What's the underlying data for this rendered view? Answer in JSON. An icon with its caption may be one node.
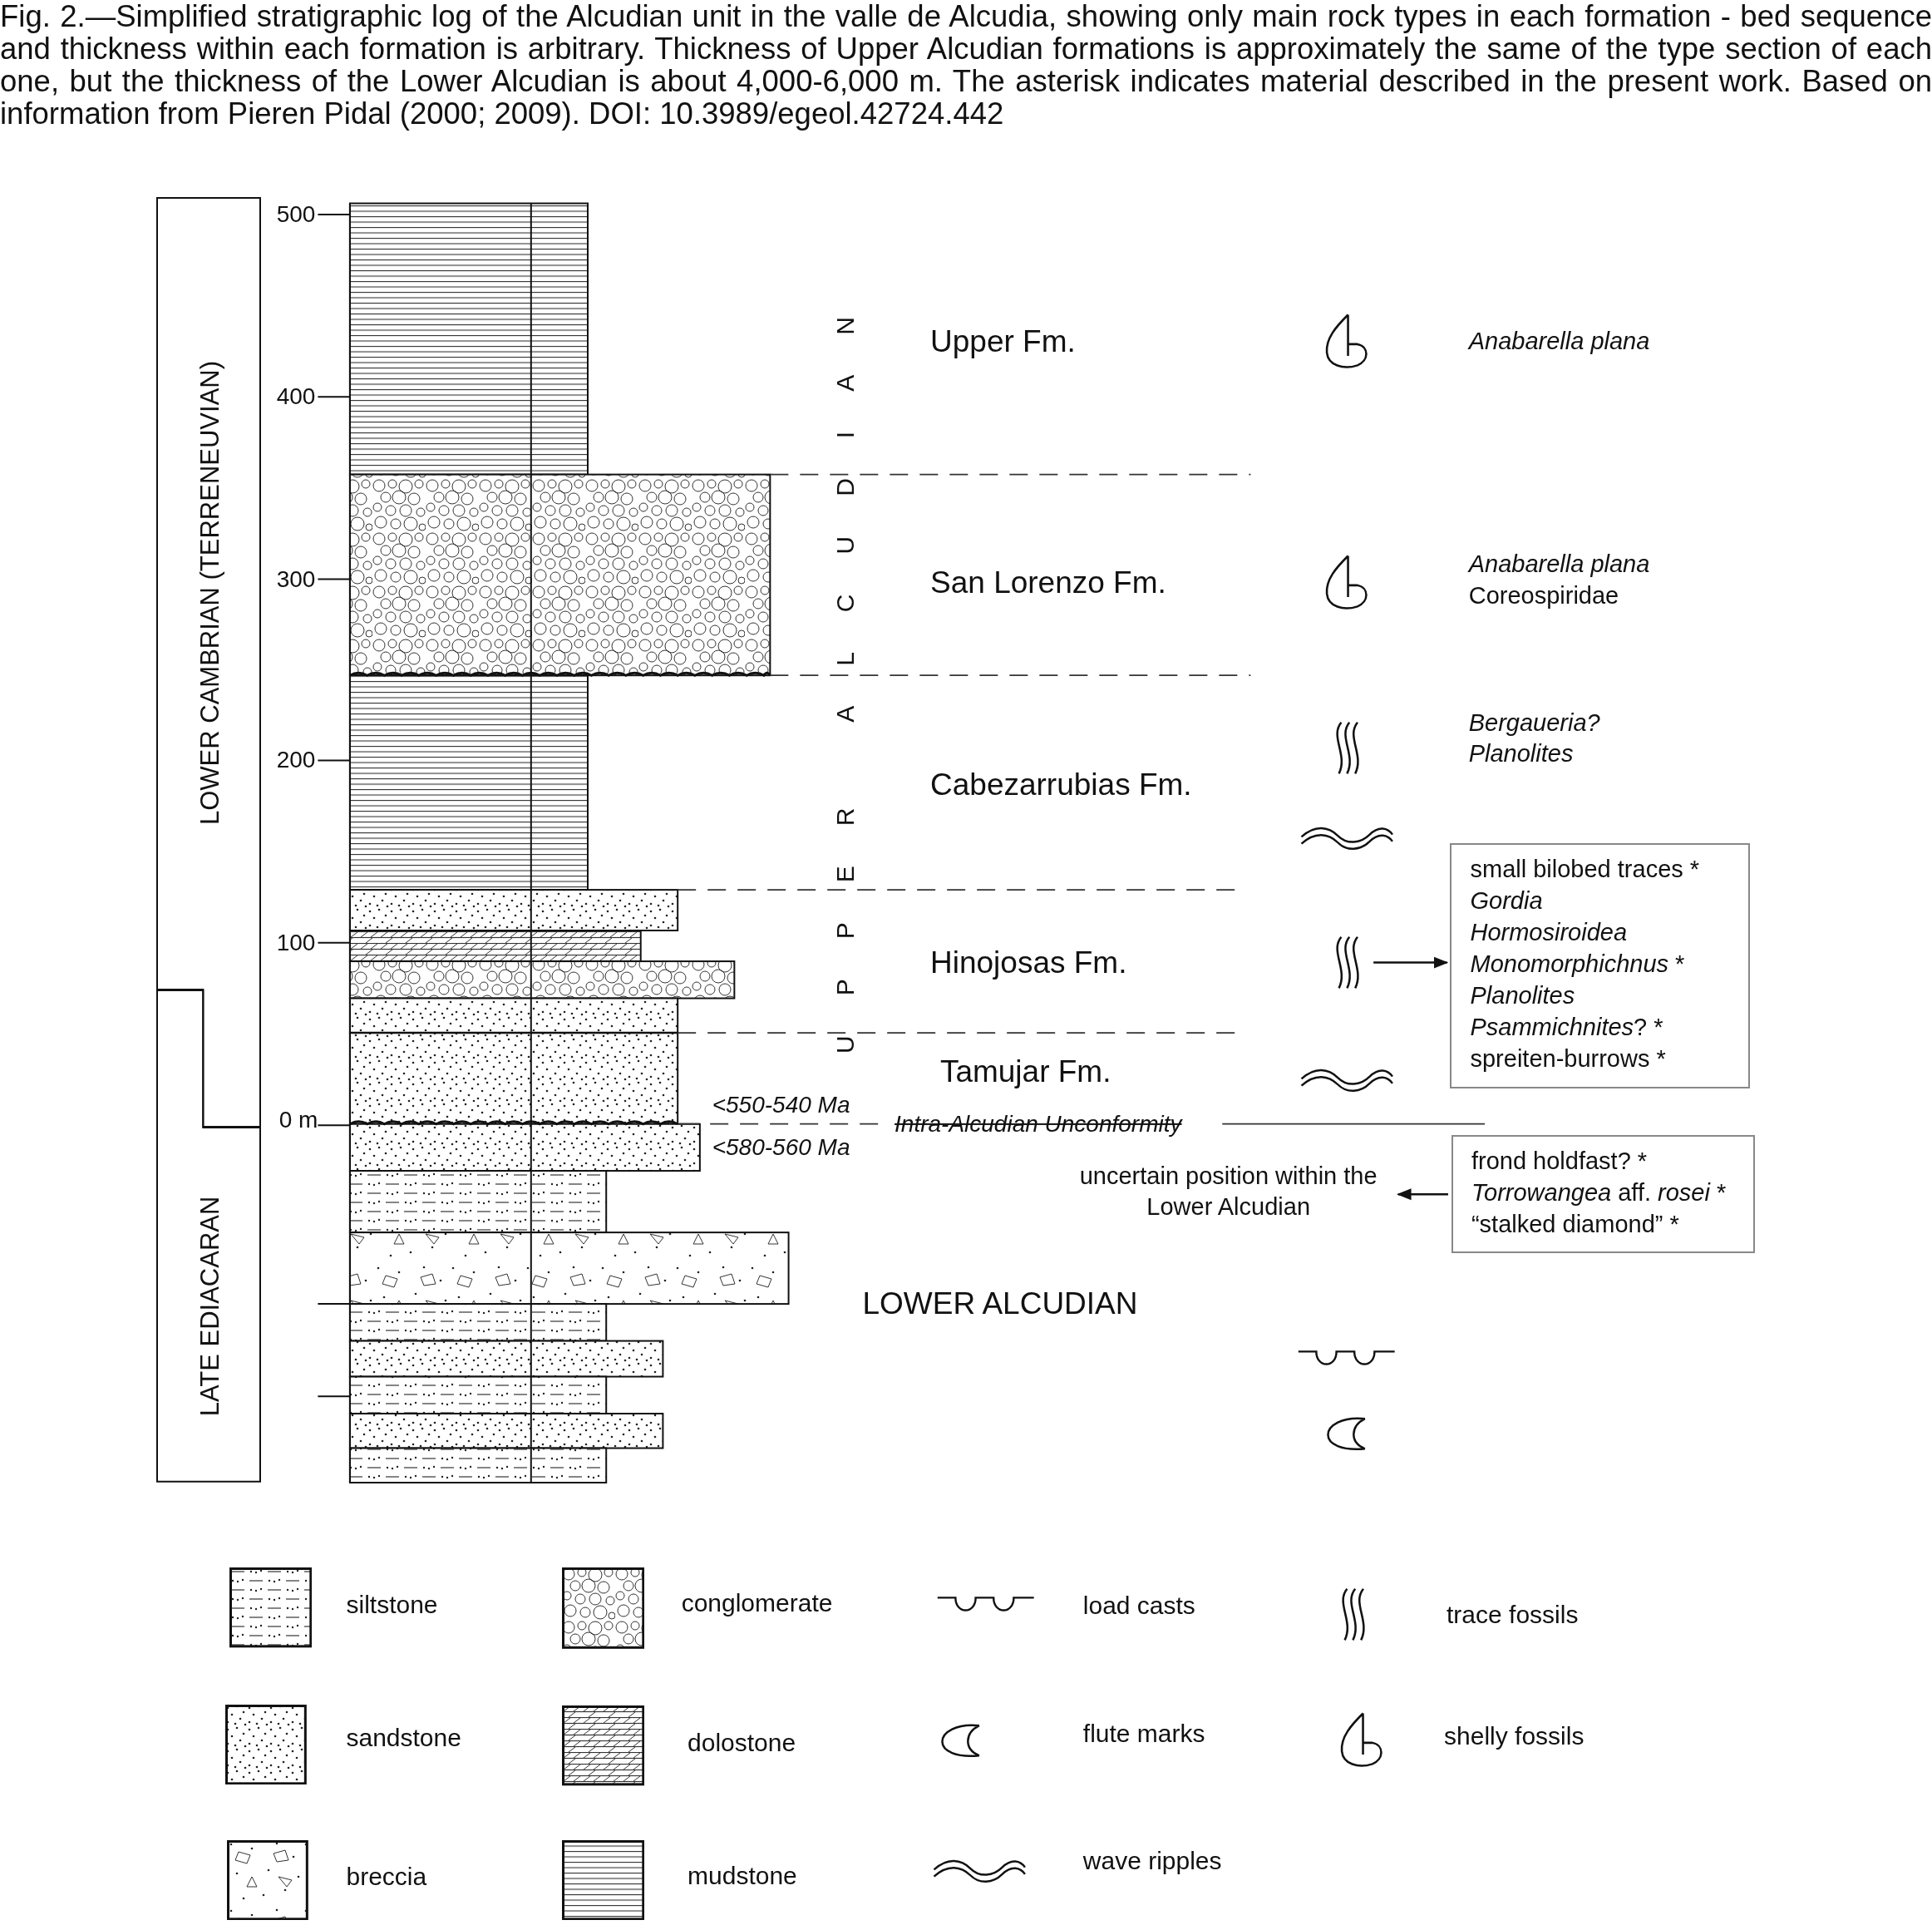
{
  "diagram": {
    "caption": "Fig. 2.—Simplified stratigraphic log of the Alcudian unit in the valle de Alcudia, showing only main rock types in each formation - bed sequence and thickness within each formation is arbitrary. Thickness of Upper Alcudian formations is approximately the same of the type section of each one, but the thickness of the Lower Alcudian is about 4,000-6,000 m. The asterisk indicates material described in the present work. Based on information from Pieren Pidal (2000; 2009). DOI: 10.3989/egeol.42724.442",
    "nodes": [
      {
        "text": [
          "LOWER CAMBRIAN (TERRENEUVIAN)"
        ]
      },
      {
        "text": [
          "LATE EDIACARAN"
        ]
      },
      {
        "text": [],
        "shape": "picture"
      },
      {
        "text": [
          "small bilobed traces *",
          "*Gordia*",
          "*Hormosiroidea*",
          "*Monomorphichnus* *",
          "*Planolites*",
          "*Psammichnites*? *",
          "spreiten-burrows *"
        ]
      },
      {
        "text": [
          "uncertain position within the Lower Alcudian"
        ]
      },
      {
        "text": [
          "frond holdfast? *",
          "*Torrowangea* aff. *rosei* *",
          "“stalked diamond” *"
        ]
      }
    ],
    "edges": [
      {
        "from": 2,
        "to": 3,
        "arrow": "to"
      },
      {
        "from": 5,
        "to": 4,
        "arrow": "to"
      }
    ],
    "labels": [
      "500",
      "400",
      "300",
      "200",
      "100",
      "0 m",
      "UPPER ALCUDIAN",
      "Upper Fm.",
      "Anabarella plana",
      "San Lorenzo Fm.",
      "Anabarella plana",
      "Coreospiridae",
      "Cabezarrubias Fm.",
      "Bergaueria?",
      "Planolites",
      "Hinojosas Fm.",
      "Tamujar Fm.",
      "<550-540 Ma",
      "Intra-Alcudian Unconformity",
      "<580-560 Ma",
      "LOWER ALCUDIAN"
    ],
    "legend": [
      {
        "text": "siltstone"
      },
      {
        "text": "sandstone"
      },
      {
        "text": "breccia"
      },
      {
        "text": "conglomerate"
      },
      {
        "text": "dolostone"
      },
      {
        "text": "mudstone"
      },
      {
        "text": "load casts"
      },
      {
        "text": "flute marks"
      },
      {
        "text": "wave ripples"
      },
      {
        "text": "trace fossils"
      },
      {
        "text": "shelly fossils"
      }
    ]
  }
}
